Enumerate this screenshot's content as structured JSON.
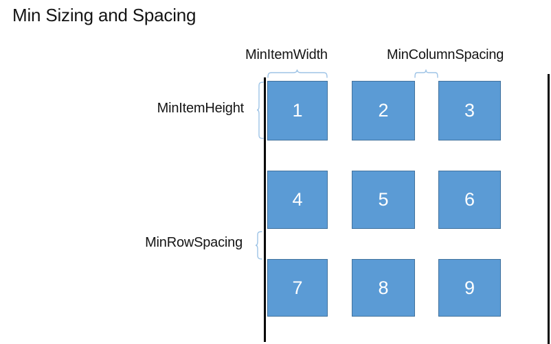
{
  "slide": {
    "title": "Min Sizing and Spacing"
  },
  "annotations": {
    "min_item_width": "MinItemWidth",
    "min_column_spacing": "MinColumnSpacing",
    "min_item_height": "MinItemHeight",
    "min_row_spacing": "MinRowSpacing"
  },
  "grid": {
    "rows": 3,
    "columns": 3,
    "items": [
      "1",
      "2",
      "3",
      "4",
      "5",
      "6",
      "7",
      "8",
      "9"
    ]
  },
  "colors": {
    "item_fill": "#5B9BD5",
    "item_border": "#41719C",
    "item_number_text": "#FFFFFF",
    "brace": "#9DC3E6",
    "boundary_line": "#000000",
    "label_text": "#141414",
    "background": "#FFFFFF"
  }
}
